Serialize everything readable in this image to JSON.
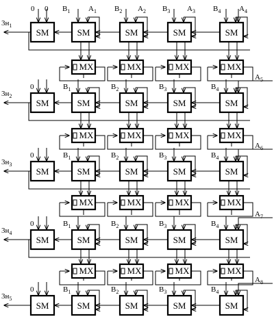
{
  "diagram": {
    "block_labels": {
      "adder": "SM",
      "mux": "MX"
    },
    "top_inputs": [
      {
        "main": "0",
        "sub": ""
      },
      {
        "main": "0",
        "sub": ""
      },
      {
        "main": "B",
        "sub": "1"
      },
      {
        "main": "A",
        "sub": "1"
      },
      {
        "main": "B",
        "sub": "2"
      },
      {
        "main": "A",
        "sub": "2"
      },
      {
        "main": "B",
        "sub": "3"
      },
      {
        "main": "A",
        "sub": "3"
      },
      {
        "main": "B",
        "sub": "4"
      },
      {
        "main": "A",
        "sub": "4"
      }
    ],
    "rows": [
      {
        "output": {
          "main": "3н",
          "sub": "1"
        },
        "inputs": []
      },
      {
        "output": {
          "main": "3н",
          "sub": "2"
        },
        "inputs": [
          {
            "main": "0",
            "sub": ""
          },
          {
            "main": "B",
            "sub": "1"
          },
          {
            "main": "B",
            "sub": "2"
          },
          {
            "main": "B",
            "sub": "3"
          },
          {
            "main": "B",
            "sub": "4"
          },
          {
            "main": "A",
            "sub": "5"
          }
        ]
      },
      {
        "output": {
          "main": "3н",
          "sub": "3"
        },
        "inputs": [
          {
            "main": "0",
            "sub": ""
          },
          {
            "main": "B",
            "sub": "1"
          },
          {
            "main": "B",
            "sub": "2"
          },
          {
            "main": "B",
            "sub": "3"
          },
          {
            "main": "B",
            "sub": "4"
          },
          {
            "main": "A",
            "sub": "6"
          }
        ]
      },
      {
        "output": {
          "main": "3н",
          "sub": "4"
        },
        "inputs": [
          {
            "main": "0",
            "sub": ""
          },
          {
            "main": "B",
            "sub": "1"
          },
          {
            "main": "B",
            "sub": "2"
          },
          {
            "main": "B",
            "sub": "3"
          },
          {
            "main": "B",
            "sub": "4"
          },
          {
            "main": "A",
            "sub": "7"
          }
        ]
      },
      {
        "output": {
          "main": "3н",
          "sub": "5"
        },
        "inputs": [
          {
            "main": "0",
            "sub": ""
          },
          {
            "main": "B",
            "sub": "1"
          },
          {
            "main": "B",
            "sub": "2"
          },
          {
            "main": "B",
            "sub": "3"
          },
          {
            "main": "B",
            "sub": "4"
          },
          {
            "main": "A",
            "sub": "8"
          }
        ]
      }
    ]
  }
}
